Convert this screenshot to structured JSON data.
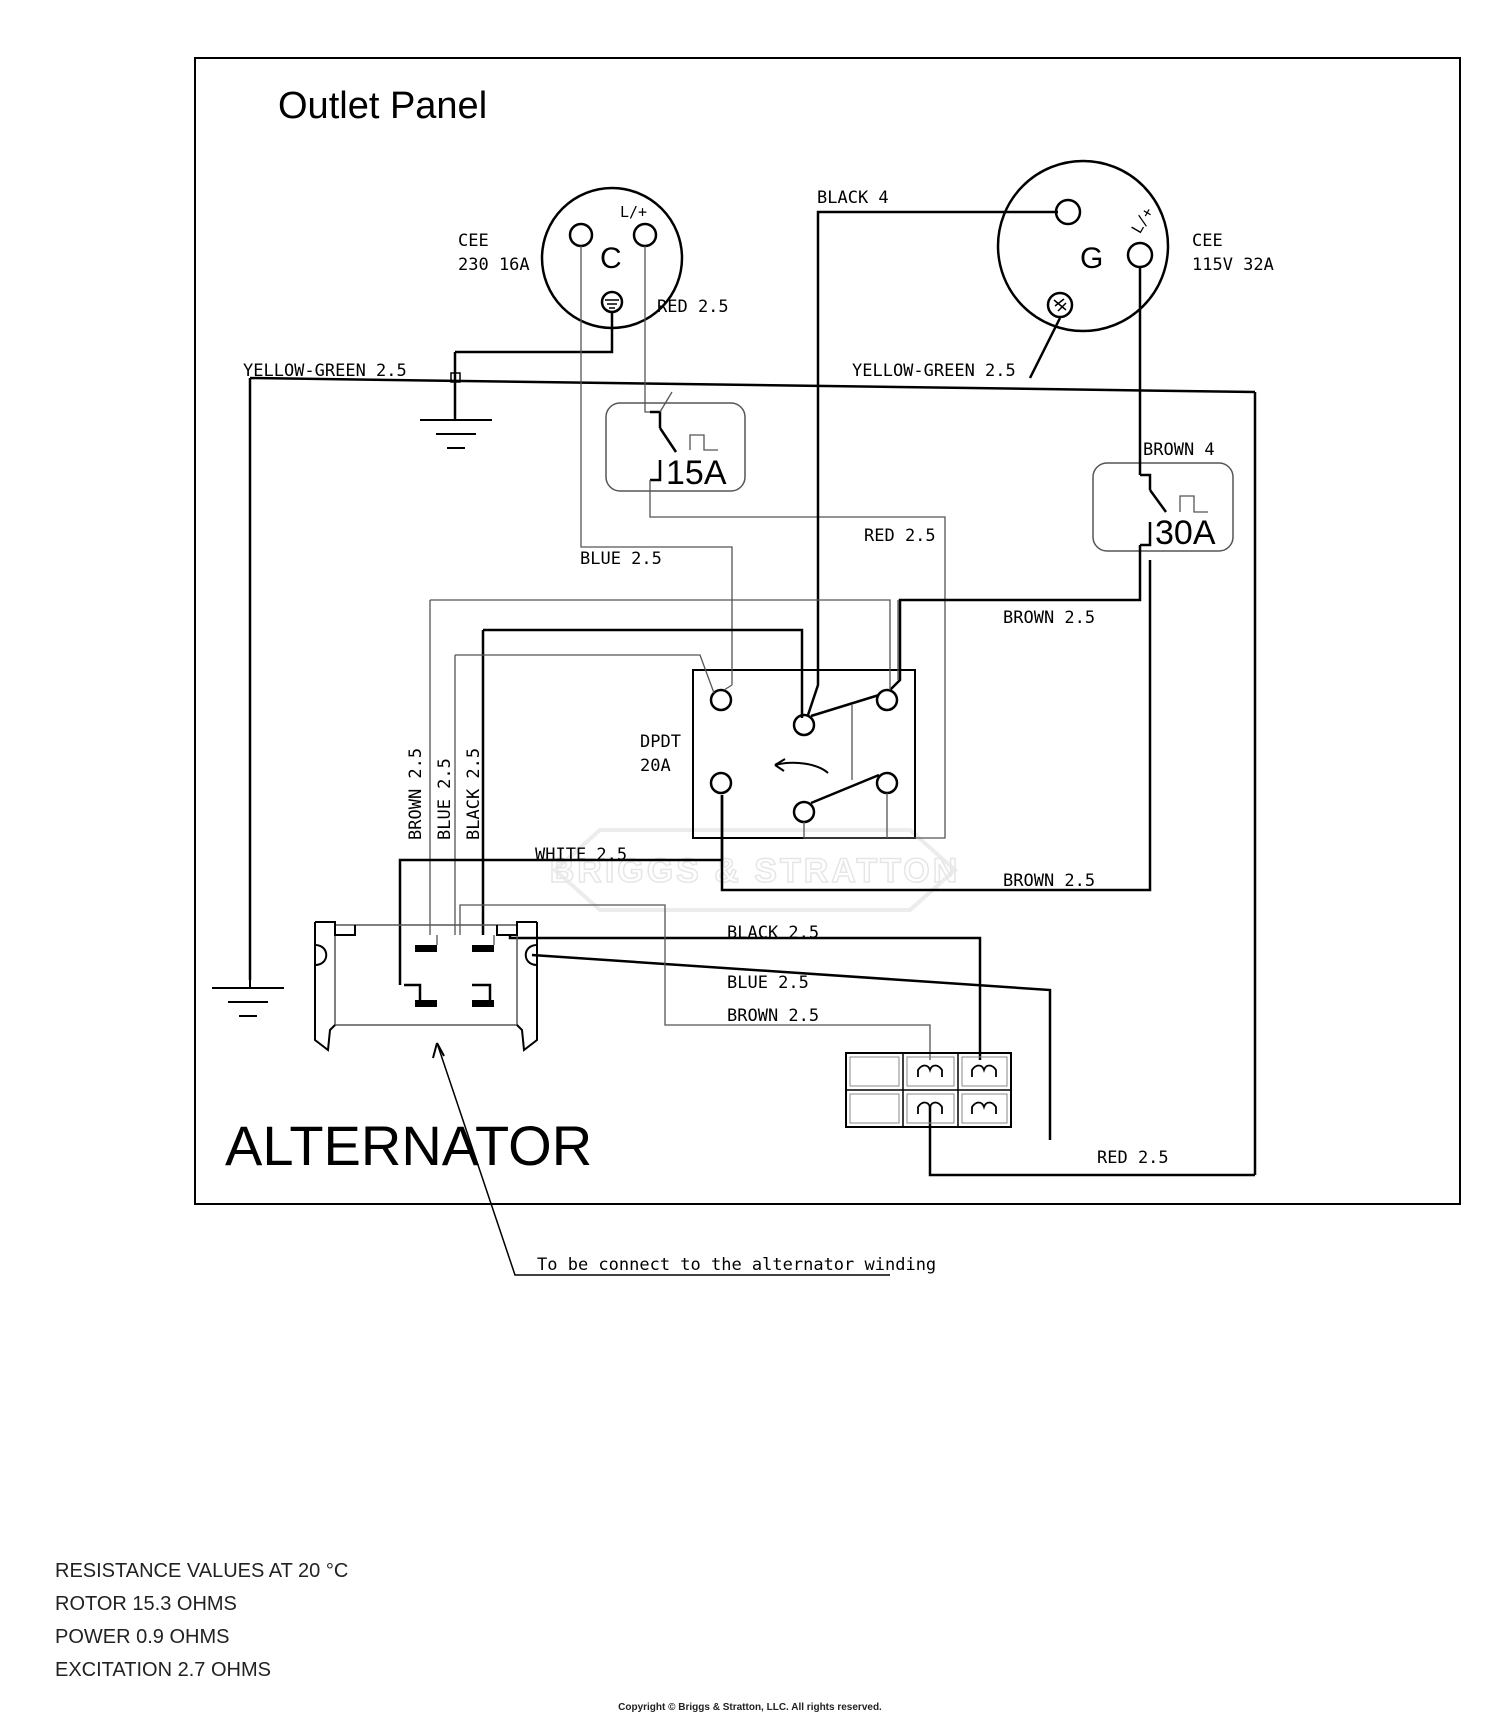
{
  "panel": {
    "title": "Outlet Panel",
    "section_title": "ALTERNATOR"
  },
  "outlets": {
    "left": {
      "type": "CEE",
      "rating": "230  16A",
      "glyph": "C",
      "pin_label": "L/+"
    },
    "right": {
      "type": "CEE",
      "rating": "115V 32A",
      "glyph": "G",
      "pin_label": "L/+"
    }
  },
  "breakers": {
    "left": "15A",
    "right": "30A"
  },
  "switch": {
    "type": "DPDT",
    "rating": "20A"
  },
  "wires": {
    "black_4": "BLACK 4",
    "red_2_5_top": "RED 2.5",
    "yellow_green_left": "YELLOW-GREEN 2.5",
    "yellow_green_right": "YELLOW-GREEN 2.5",
    "brown_4": "BROWN 4",
    "red_2_5_mid": "RED 2.5",
    "blue_2_5_mid": "BLUE 2.5",
    "brown_2_5_right": "BROWN 2.5",
    "brown_2_5_vert": "BROWN 2.5",
    "blue_2_5_vert": "BLUE 2.5",
    "black_2_5_vert": "BLACK 2.5",
    "white_2_5": "WHITE 2.5",
    "brown_2_5_lower": "BROWN 2.5",
    "black_2_5_bottom": "BLACK 2.5",
    "blue_2_5_bottom": "BLUE 2.5",
    "brown_2_5_bottom": "BROWN 2.5",
    "red_2_5_bottom": "RED 2.5"
  },
  "annotation": "To be connect to the alternator winding",
  "watermark": "BRIGGS & STRATTON",
  "resistance": {
    "heading": "RESISTANCE VALUES AT 20 °C",
    "rotor": "ROTOR 15.3 OHMS",
    "power": "POWER 0.9 OHMS",
    "excitation": "EXCITATION 2.7 OHMS"
  },
  "copyright": "Copyright © Briggs & Stratton, LLC. All rights reserved."
}
